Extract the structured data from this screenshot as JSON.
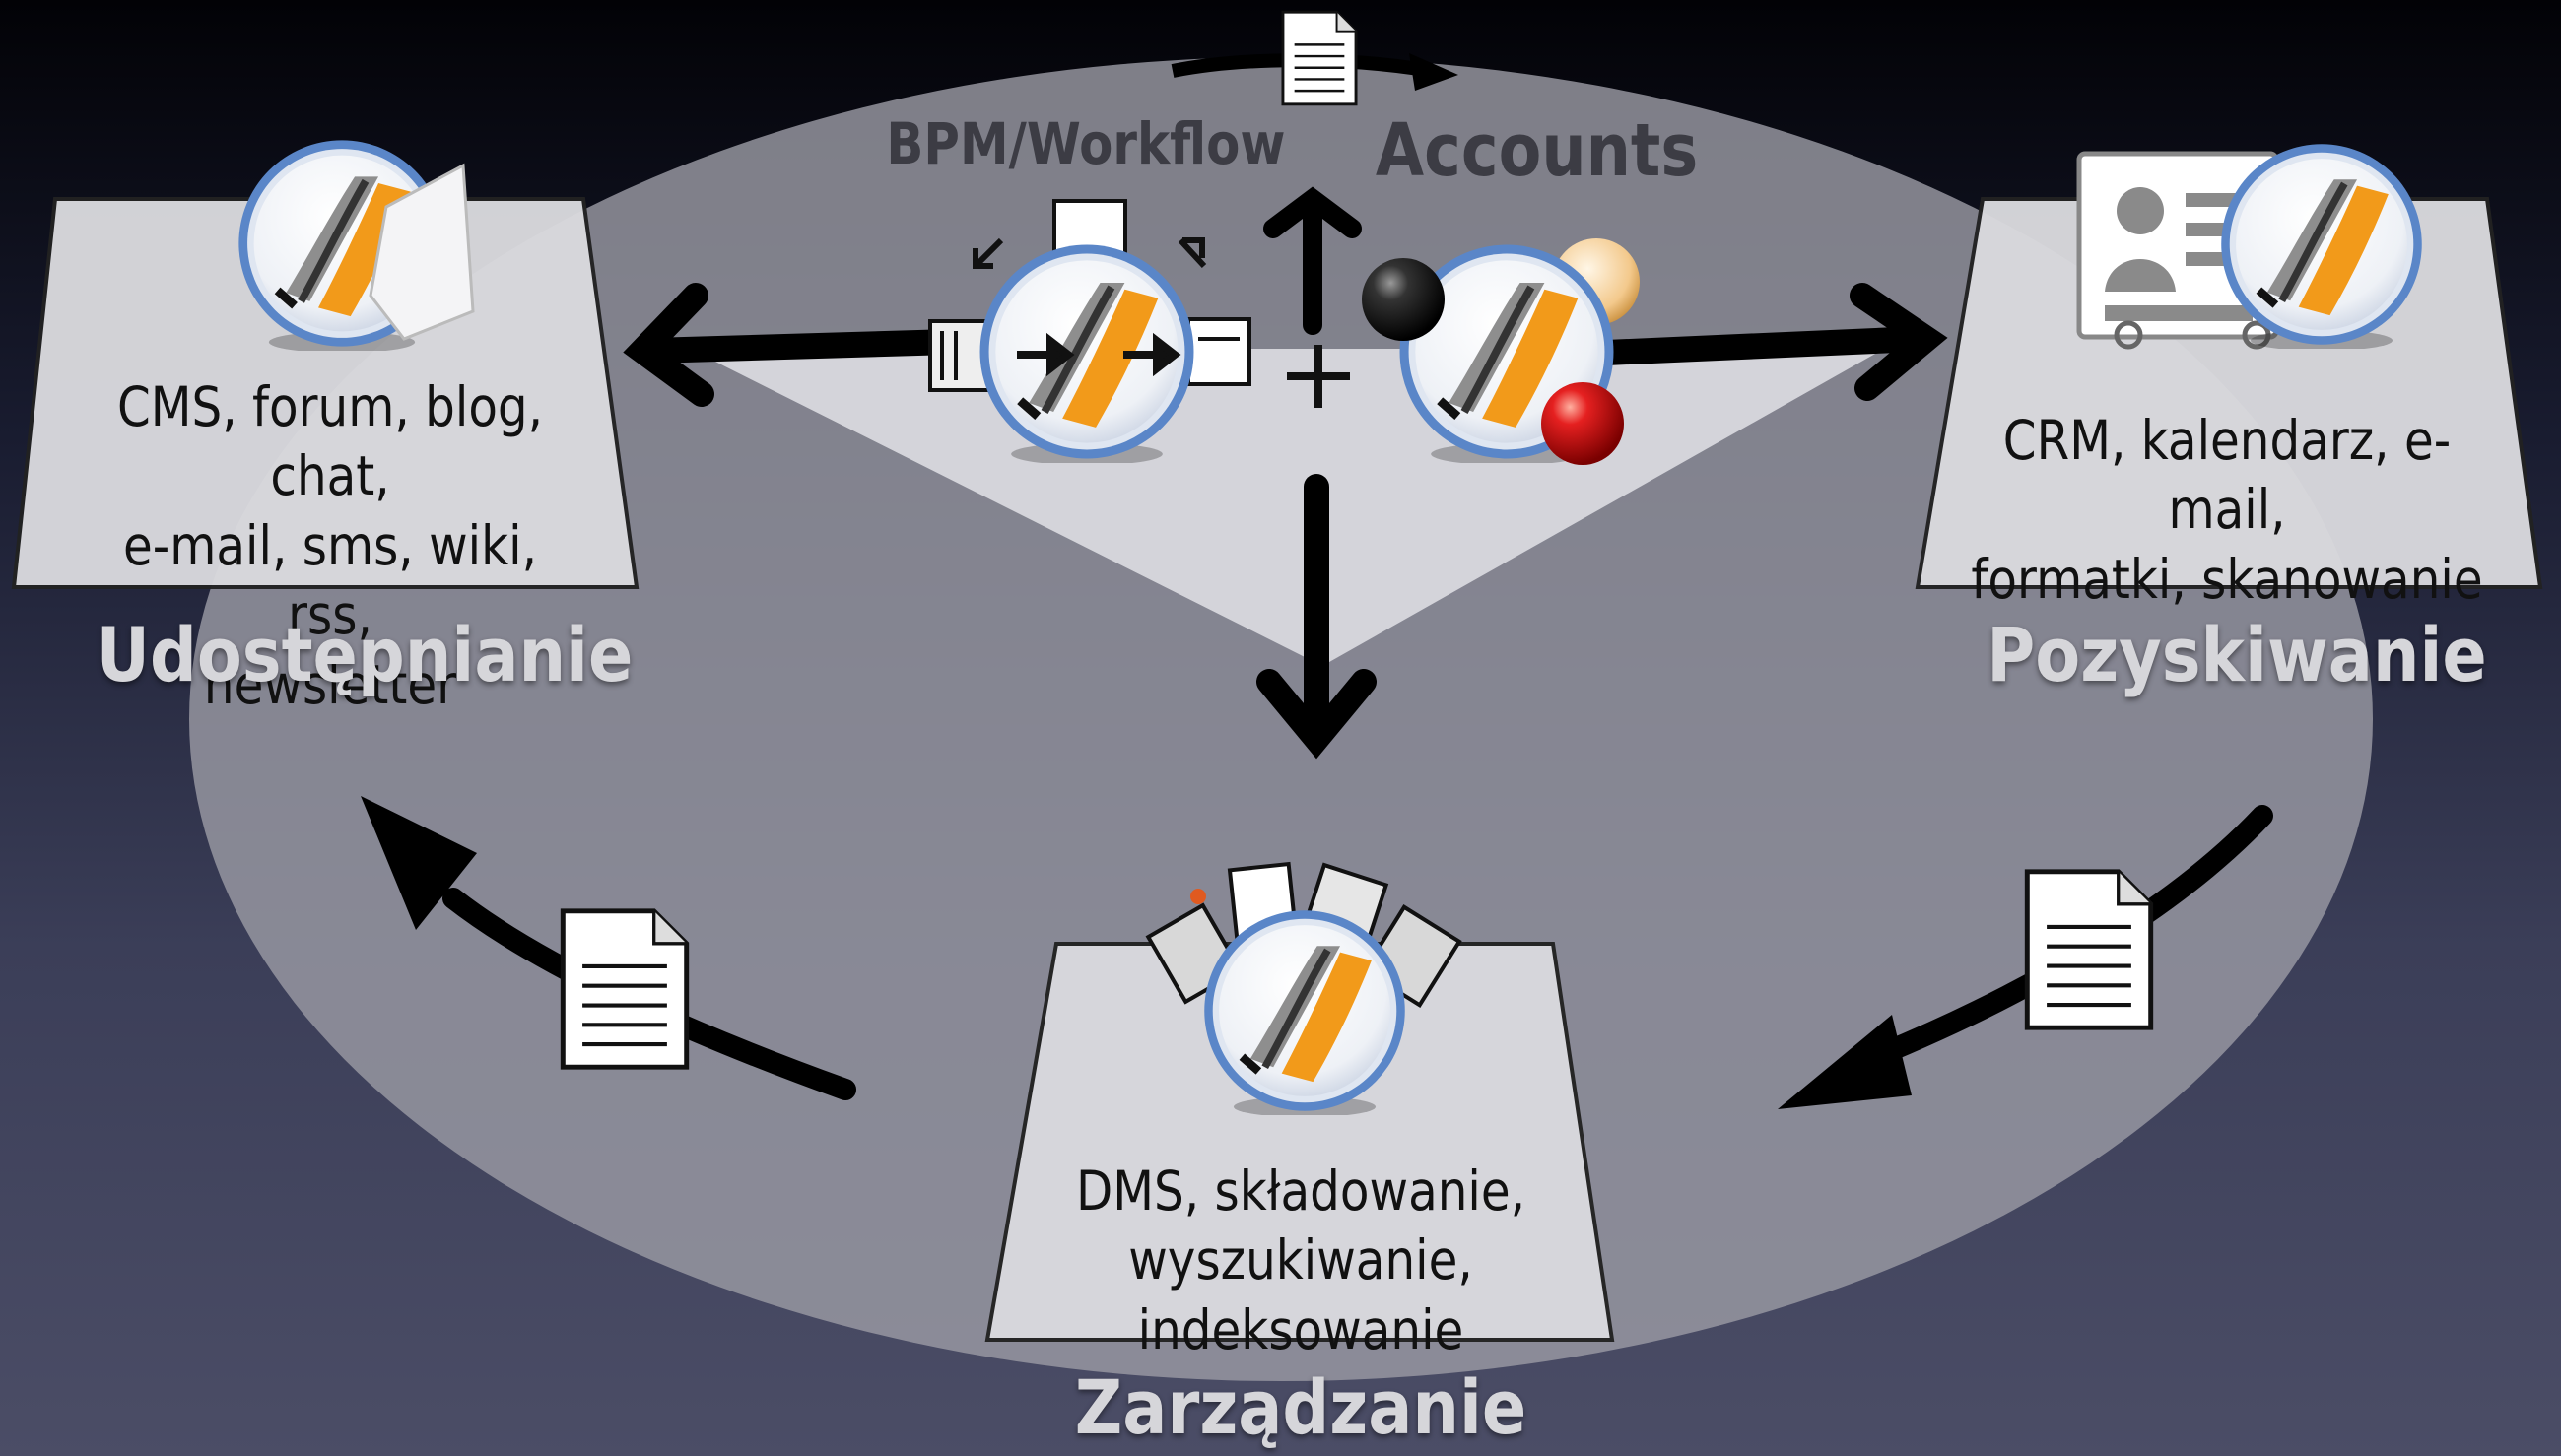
{
  "center": {
    "bpm_label": "BPM/Workflow",
    "accounts_label": "Accounts",
    "plus_icon": "plus-icon"
  },
  "sharing": {
    "box_lines": [
      "CMS, forum, blog, chat,",
      "e-mail, sms, wiki, rss,",
      "newsletter"
    ],
    "label": "Udostępnianie"
  },
  "acquisition": {
    "box_lines": [
      "CRM, kalendarz, e-mail,",
      "formatki, skanowanie"
    ],
    "label": "Pozyskiwanie"
  },
  "management": {
    "box_lines": [
      "DMS, składowanie,",
      "wyszukiwanie, indeksowanie"
    ],
    "label": "Zarządzanie"
  },
  "icons": [
    "app-logo-icon",
    "document-icon",
    "arrow-icon",
    "contact-card-icon",
    "ball-icon",
    "plus-icon"
  ],
  "colors": {
    "logo_orange": "#f29a1a",
    "logo_ring": "#5a86c8",
    "ellipse": "#9a9aa4",
    "triangle": "#d4d4da",
    "label": "#d6d6da",
    "ball_red": "#d01818"
  }
}
